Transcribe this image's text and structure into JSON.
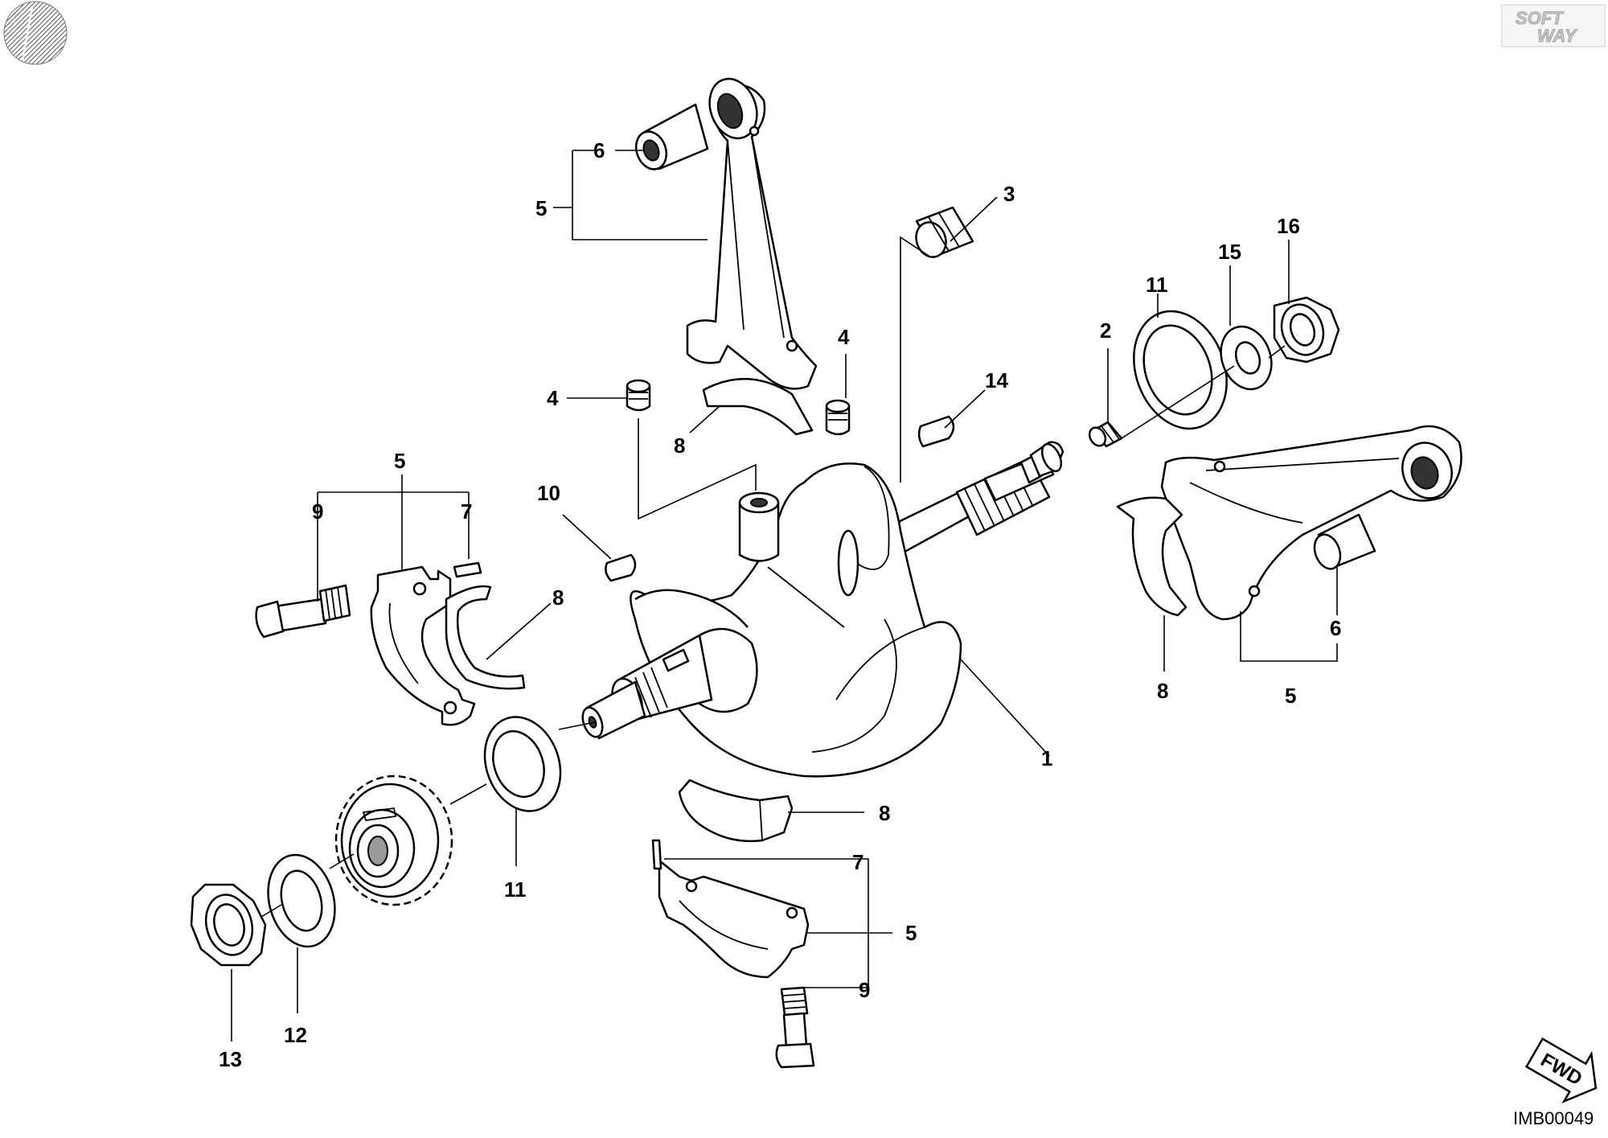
{
  "logo": {
    "line1": "SOFT",
    "line2": "WAY"
  },
  "fwd_label": "FWD",
  "image_code": "IMB00049",
  "callouts": {
    "c1": "1",
    "c2": "2",
    "c3": "3",
    "c4a": "4",
    "c4b": "4",
    "c5a": "5",
    "c5b": "5",
    "c5c": "5",
    "c5d": "5",
    "c6a": "6",
    "c6b": "6",
    "c7a": "7",
    "c7b": "7",
    "c8a": "8",
    "c8b": "8",
    "c8c": "8",
    "c8d": "8",
    "c9a": "9",
    "c9b": "9",
    "c10": "10",
    "c11a": "11",
    "c11b": "11",
    "c12": "12",
    "c13": "13",
    "c14": "14",
    "c15": "15",
    "c16": "16"
  }
}
